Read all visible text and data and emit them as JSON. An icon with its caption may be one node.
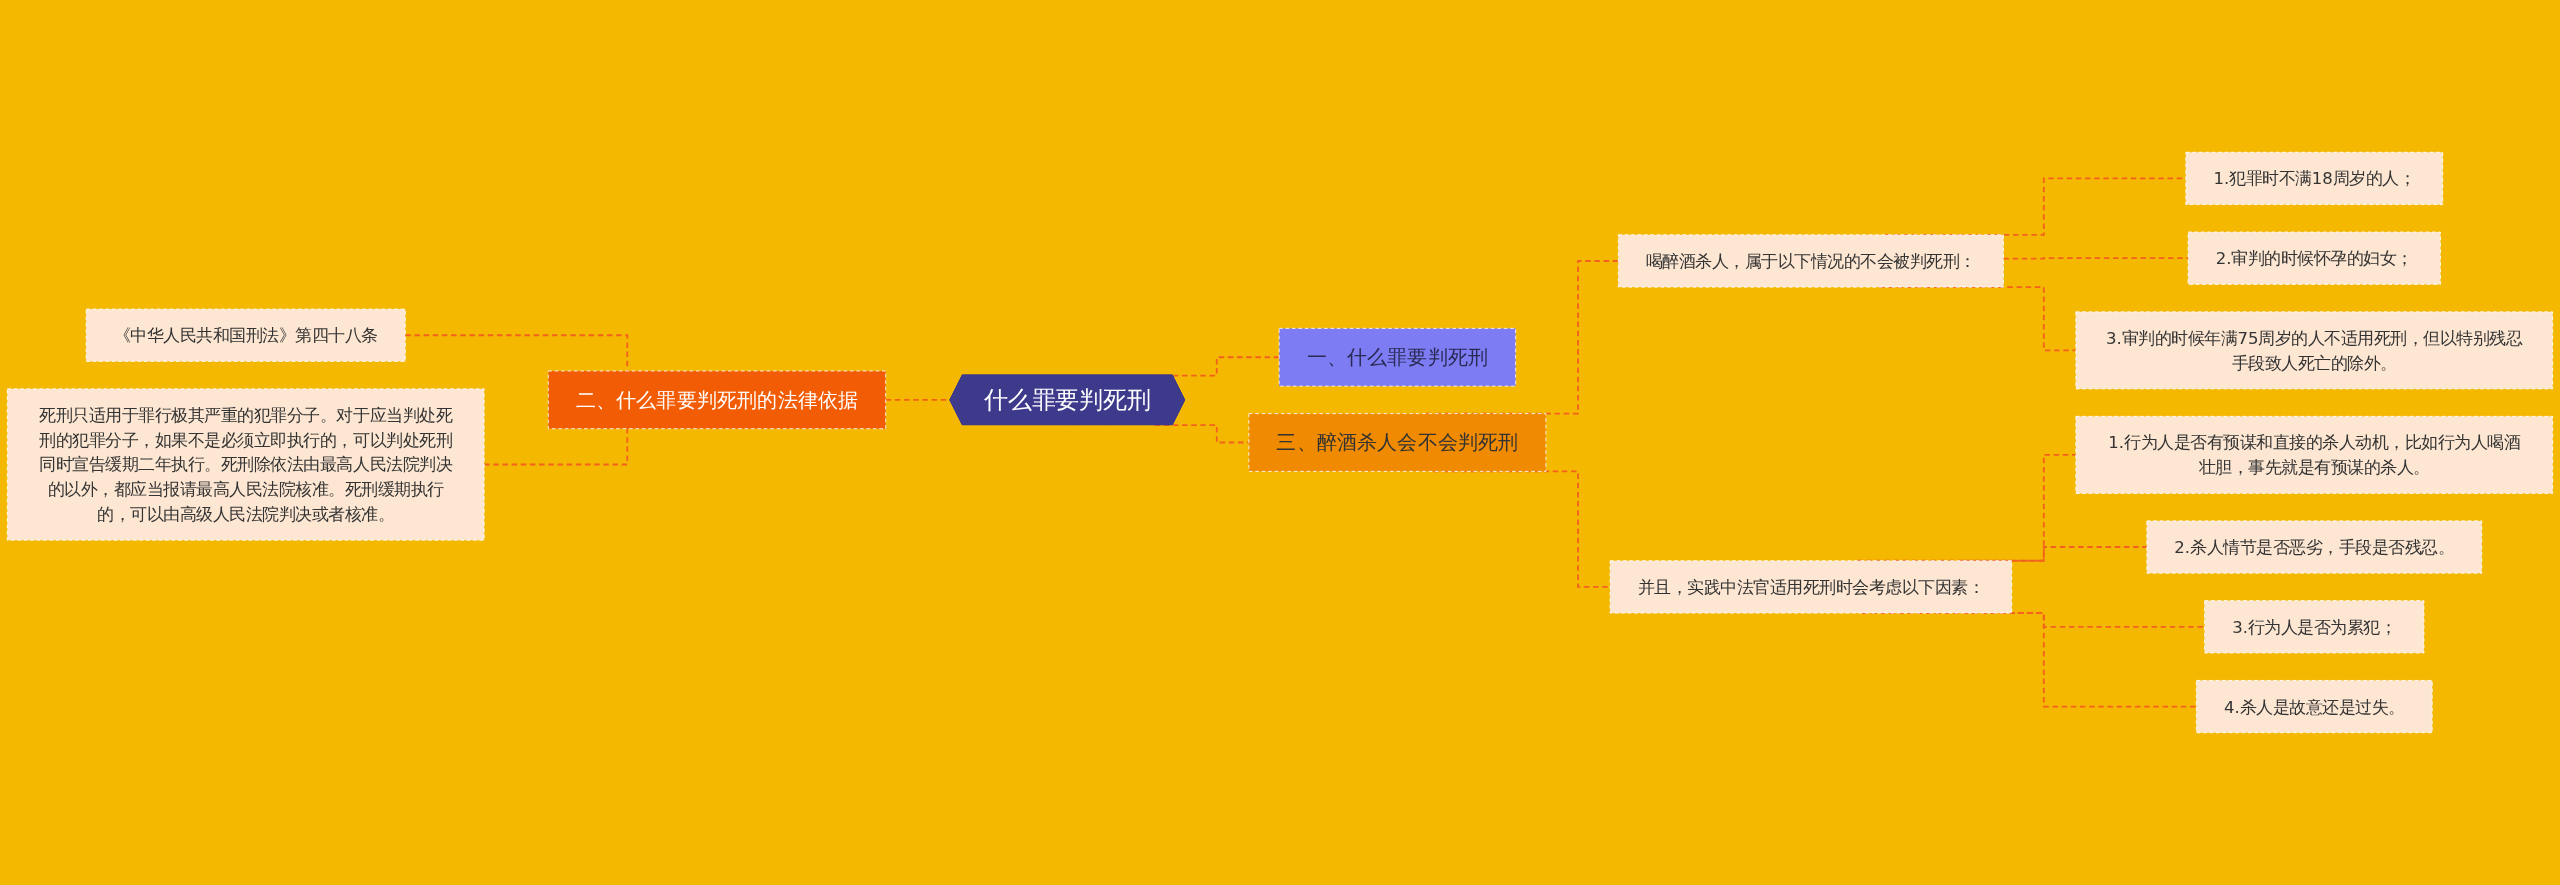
{
  "diagram": {
    "nodes": [
      {
        "text": [
          "什么罪要判死刑"
        ]
      },
      {
        "text": [
          "一、什么罪要判死刑"
        ]
      },
      {
        "text": [
          "二、什么罪要判死刑的法律依据"
        ]
      },
      {
        "text": [
          "三、醉酒杀人会不会判死刑"
        ]
      },
      {
        "text": [
          "《中华人民共和国刑法》第四十八条"
        ]
      },
      {
        "text": [
          "死刑只适用于罪行极其严重的犯罪分子。对于应当判处死刑的犯罪分子，如果不是必须立即执行的，可以判处死刑同时宣告缓期二年执行。死刑除依法由最高人民法院判决的以外，都应当报请最高人民法院核准。死刑缓期执行的，可以由高级人民法院判决或者核准。"
        ]
      },
      {
        "text": [
          "喝醉酒杀人，属于以下情况的不会被判死刑："
        ]
      },
      {
        "text": [
          "1.犯罪时不满18周岁的人；"
        ]
      },
      {
        "text": [
          "2.审判的时候怀孕的妇女；"
        ]
      },
      {
        "text": [
          "3.审判的时候年满75周岁的人不适用死刑，但以特别残忍手段致人死亡的除外。"
        ]
      },
      {
        "text": [
          "并且，实践中法官适用死刑时会考虑以下因素："
        ]
      },
      {
        "text": [
          "1.行为人是否有预谋和直接的杀人动机，比如行为人喝酒壮胆，事先就是有预谋的杀人。"
        ]
      },
      {
        "text": [
          "2.杀人情节是否恶劣，手段是否残忍。"
        ]
      },
      {
        "text": [
          "3.行为人是否为累犯；"
        ]
      },
      {
        "text": [
          "4.杀人是故意还是过失。"
        ]
      }
    ],
    "edges": [
      {
        "from": 0,
        "to": 1,
        "arrow": "none",
        "style": "dashed"
      },
      {
        "from": 0,
        "to": 2,
        "arrow": "none",
        "style": "dashed"
      },
      {
        "from": 0,
        "to": 3,
        "arrow": "none",
        "style": "dashed"
      },
      {
        "from": 2,
        "to": 4,
        "arrow": "none",
        "style": "dashed"
      },
      {
        "from": 2,
        "to": 5,
        "arrow": "none",
        "style": "dashed"
      },
      {
        "from": 3,
        "to": 6,
        "arrow": "none",
        "style": "dashed"
      },
      {
        "from": 6,
        "to": 7,
        "arrow": "none",
        "style": "dashed"
      },
      {
        "from": 6,
        "to": 8,
        "arrow": "none",
        "style": "dashed"
      },
      {
        "from": 6,
        "to": 9,
        "arrow": "none",
        "style": "dashed"
      },
      {
        "from": 3,
        "to": 10,
        "arrow": "none",
        "style": "dashed"
      },
      {
        "from": 10,
        "to": 11,
        "arrow": "none",
        "style": "dashed"
      },
      {
        "from": 10,
        "to": 12,
        "arrow": "none",
        "style": "dashed"
      },
      {
        "from": 10,
        "to": 13,
        "arrow": "none",
        "style": "dashed"
      },
      {
        "from": 10,
        "to": 14,
        "arrow": "none",
        "style": "dashed"
      }
    ]
  }
}
